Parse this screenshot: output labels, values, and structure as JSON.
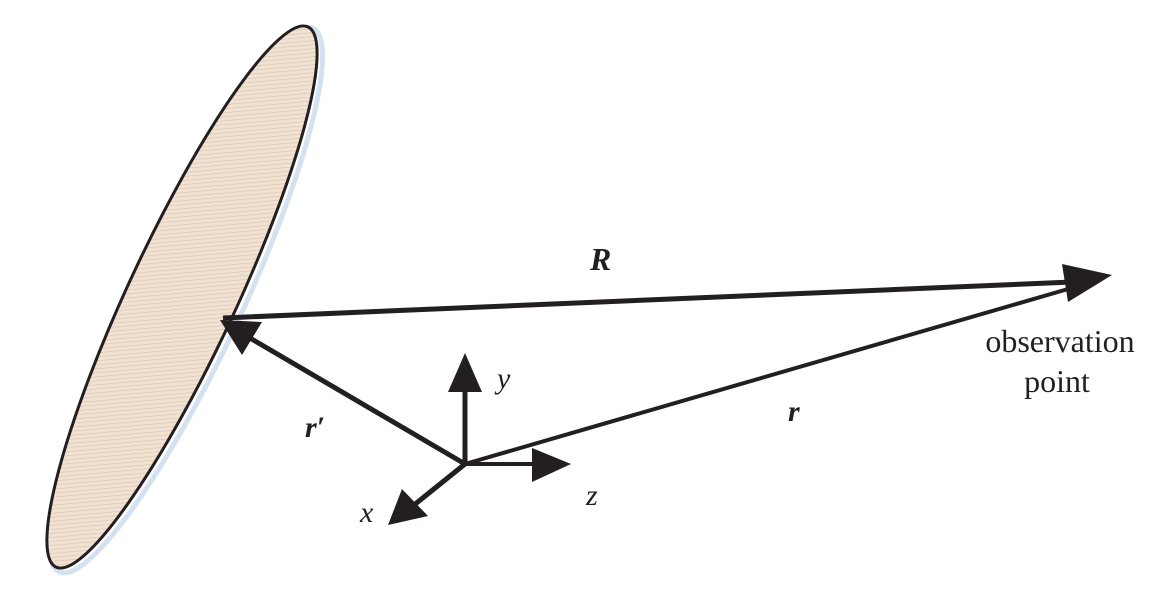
{
  "diagram": {
    "labels": {
      "R": "R",
      "r_prime": "r′",
      "r": "r",
      "x": "x",
      "y": "y",
      "z": "z",
      "observation_line1": "observation",
      "observation_line2": "point"
    },
    "colors": {
      "stroke": "#231f20",
      "ellipse_fill": "#f1e2d3",
      "ellipse_hatch": "#d9c3ad",
      "ellipse_shadow": "#c9d9ee"
    }
  }
}
